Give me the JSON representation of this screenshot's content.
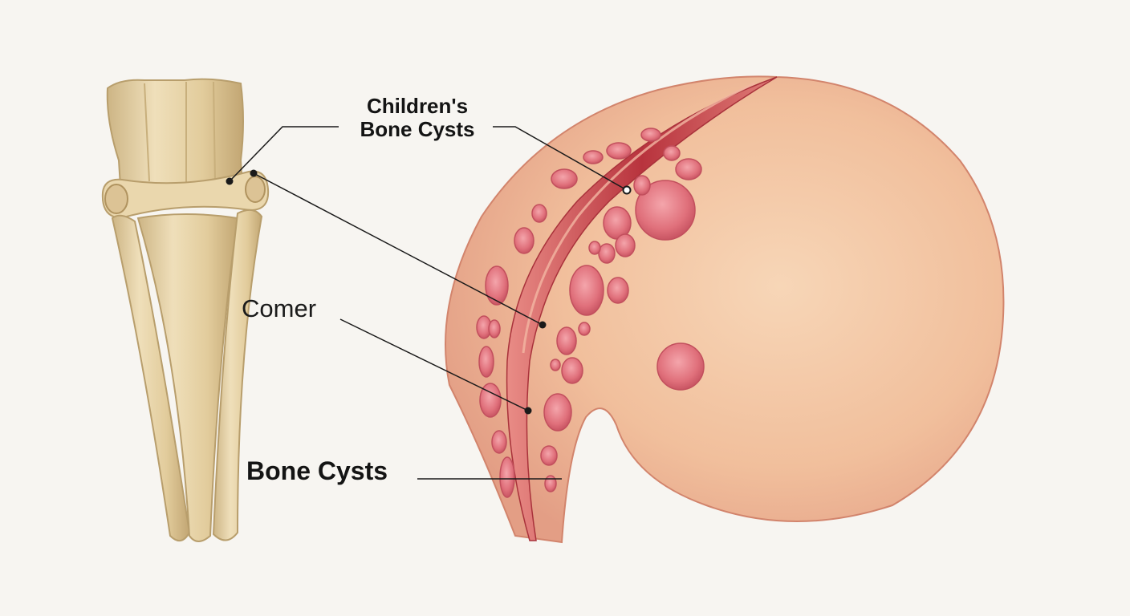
{
  "labels": {
    "childrens_bone_cysts_line1": "Children's",
    "childrens_bone_cysts_line2": "Bone Cysts",
    "corner": "Comer",
    "bone_cysts": "Bone Cysts"
  },
  "colors": {
    "background": "#f7f5f1",
    "bone": "#e6d3a8",
    "bone_shadow": "#c9b07c",
    "tissue": "#f0bb98",
    "tissue_edge": "#d68a72",
    "cleft": "#c9474e",
    "cyst": "#e2727d",
    "leader_line": "#1a1a1a"
  }
}
